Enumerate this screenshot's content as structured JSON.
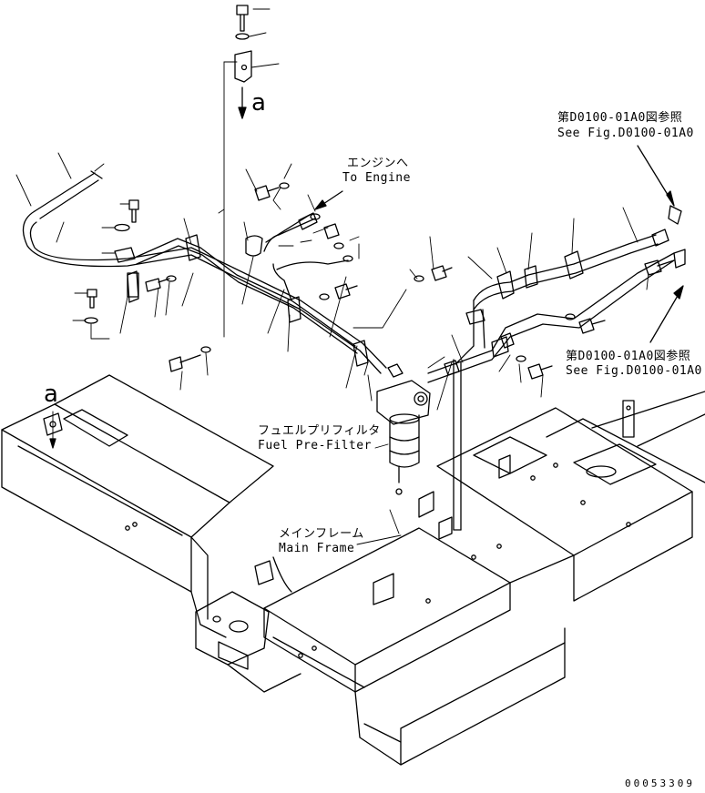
{
  "labels": {
    "to_engine_jp": "エンジンへ",
    "to_engine_en": "To Engine",
    "see_fig_top_jp": "第D0100-01A0図参照",
    "see_fig_top_en": "See Fig.D0100-01A0",
    "see_fig_mid_jp": "第D0100-01A0図参照",
    "see_fig_mid_en": "See Fig.D0100-01A0",
    "fuel_prefilter_jp": "フュエルプリフィルタ",
    "fuel_prefilter_en": "Fuel Pre-Filter",
    "main_frame_jp": "メインフレーム",
    "main_frame_en": "Main Frame",
    "ref_a_top": "a",
    "ref_a_left": "a",
    "document_number": "00053309"
  }
}
